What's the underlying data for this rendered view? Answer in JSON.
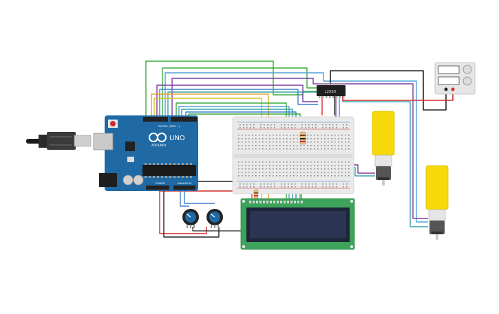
{
  "arduino": {
    "brand": "ARDUINO",
    "model": "UNO",
    "digital_label": "DIGITAL (PWM ~)",
    "power_label": "POWER",
    "analog_label": "ANALOG IN"
  },
  "driver_chip": {
    "label": "L293D"
  },
  "colors": {
    "arduino_board": "#1f6aa5",
    "breadboard": "#e9e9e9",
    "lcd_board": "#3da35a",
    "lcd_screen": "#2b3553",
    "motor_body": "#f5d90a",
    "wire_red": "#d22b2b",
    "wire_black": "#222222",
    "wire_green": "#3aa83a",
    "wire_blue": "#3f7fd1",
    "wire_purple": "#7b3aa0",
    "wire_orange": "#e5a02a",
    "wire_teal": "#33a3a8",
    "wire_yellow": "#d8c21a"
  },
  "icons": {
    "usb": "usb-cable-icon",
    "potentiometer": "potentiometer-icon",
    "motor": "dc-gear-motor-icon",
    "power_supply": "power-supply-icon"
  }
}
